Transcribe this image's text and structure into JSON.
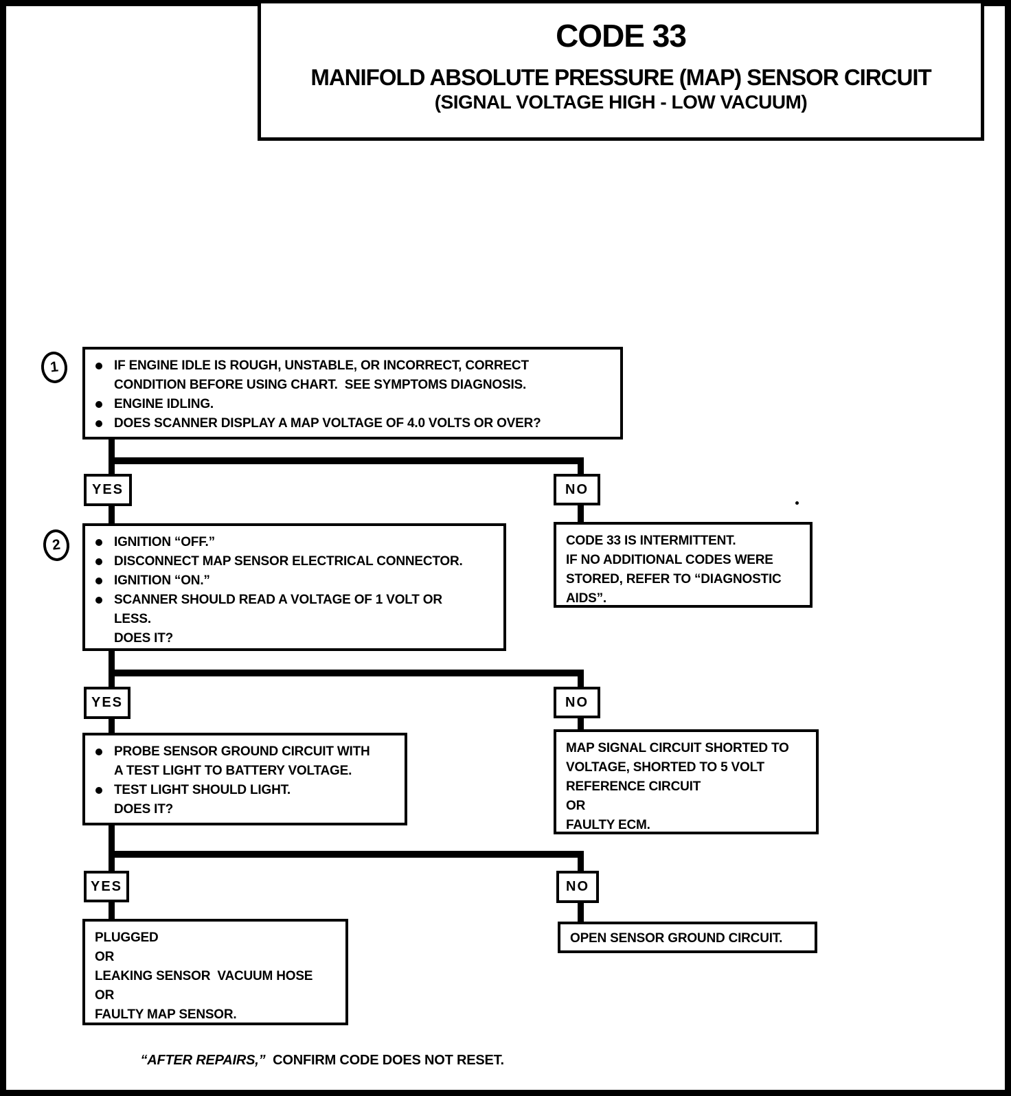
{
  "title": {
    "code": "CODE 33",
    "line1": "MANIFOLD ABSOLUTE PRESSURE (MAP) SENSOR CIRCUIT",
    "line2": "(SIGNAL VOLTAGE HIGH - LOW VACUUM)"
  },
  "badges": {
    "step1": "1",
    "step2": "2"
  },
  "labels": {
    "yes": "YES",
    "no": "NO"
  },
  "box1": {
    "lines": [
      "IF ENGINE IDLE IS ROUGH, UNSTABLE, OR INCORRECT, CORRECT",
      "CONDITION BEFORE USING CHART.  SEE SYMPTOMS DIAGNOSIS.",
      "ENGINE IDLING.",
      "DOES SCANNER DISPLAY A MAP VOLTAGE OF 4.0 VOLTS OR OVER?"
    ]
  },
  "box2": {
    "lines": [
      "IGNITION “OFF.”",
      "DISCONNECT MAP SENSOR ELECTRICAL CONNECTOR.",
      "IGNITION “ON.”",
      "SCANNER SHOULD READ A VOLTAGE OF 1 VOLT OR",
      "LESS.",
      "DOES IT?"
    ]
  },
  "box3": {
    "lines": [
      "PROBE SENSOR GROUND CIRCUIT WITH",
      "A TEST LIGHT TO BATTERY VOLTAGE.",
      "TEST LIGHT SHOULD LIGHT.",
      "DOES IT?"
    ]
  },
  "result_intermittent": {
    "lines": [
      "CODE 33 IS INTERMITTENT.",
      "IF NO ADDITIONAL CODES WERE",
      "STORED, REFER TO “DIAGNOSTIC",
      "AIDS”."
    ]
  },
  "result_shorted": {
    "lines": [
      "MAP SIGNAL CIRCUIT SHORTED TO",
      "VOLTAGE, SHORTED TO 5 VOLT",
      "REFERENCE CIRCUIT",
      "OR",
      "FAULTY ECM."
    ]
  },
  "result_hose": {
    "lines": [
      "PLUGGED",
      "OR",
      "LEAKING SENSOR  VACUUM HOSE",
      "OR",
      "FAULTY MAP SENSOR."
    ]
  },
  "result_open_ground": {
    "line": "OPEN SENSOR GROUND CIRCUIT."
  },
  "footer": {
    "italic": "“AFTER REPAIRS,”",
    "rest": "  CONFIRM CODE DOES NOT RESET."
  },
  "colors": {
    "ink": "#000000",
    "paper": "#ffffff"
  }
}
